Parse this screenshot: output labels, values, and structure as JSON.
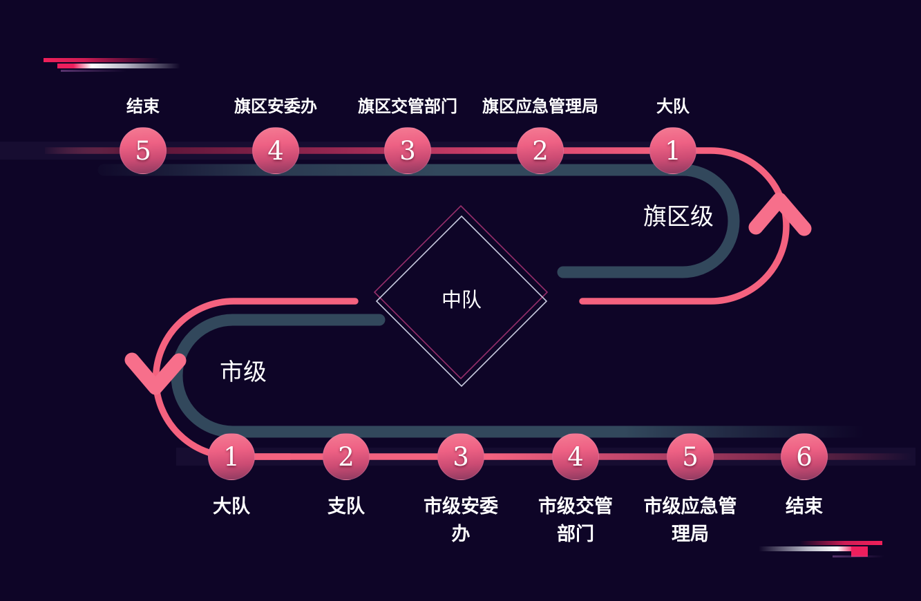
{
  "colors": {
    "background": "#0e0527",
    "path_pink": "#f4627f",
    "path_teal": "#32485c",
    "node_gradient_top": "#f47b93",
    "node_gradient_bottom": "#8d3a60",
    "accent_red": "#ee1f5d",
    "text": "#ffffff"
  },
  "diamond": {
    "label": "中队"
  },
  "banner": {
    "level_label": "旗区级",
    "nodes": [
      {
        "num": "5",
        "label": "结束"
      },
      {
        "num": "4",
        "label": "旗区安委办"
      },
      {
        "num": "3",
        "label": "旗区交管部门"
      },
      {
        "num": "2",
        "label": "旗区应急管理局"
      },
      {
        "num": "1",
        "label": "大队"
      }
    ]
  },
  "city": {
    "level_label": "市级",
    "nodes": [
      {
        "num": "1",
        "label": "大队"
      },
      {
        "num": "2",
        "label": "支队"
      },
      {
        "num": "3",
        "label": "市级安委\n办"
      },
      {
        "num": "4",
        "label": "市级交管\n部门"
      },
      {
        "num": "5",
        "label": "市级应急管\n理局"
      },
      {
        "num": "6",
        "label": "结束"
      }
    ]
  }
}
